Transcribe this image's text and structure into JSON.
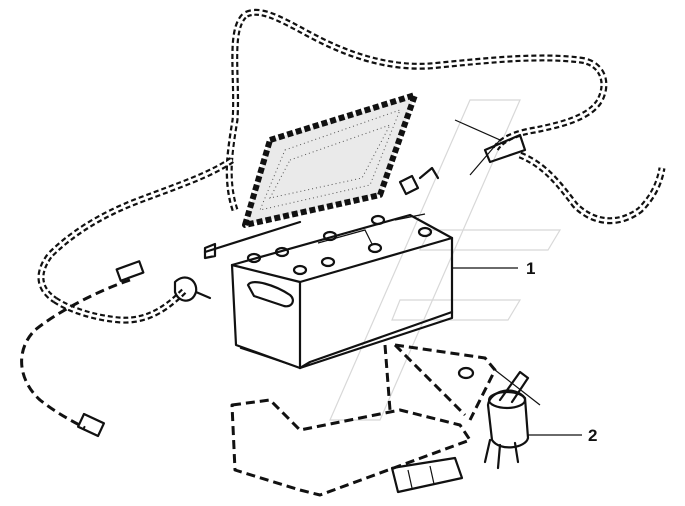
{
  "diagram": {
    "callouts": [
      {
        "id": "1",
        "label": "1"
      },
      {
        "id": "2",
        "label": "2"
      }
    ],
    "parts": [
      {
        "name": "battery"
      },
      {
        "name": "battery-cover"
      },
      {
        "name": "mounting-bracket"
      },
      {
        "name": "battery-switch"
      },
      {
        "name": "cable-harness"
      }
    ],
    "colors": {
      "line": "#111111",
      "background": "#ffffff",
      "watermark": "#d8d8d8"
    }
  }
}
